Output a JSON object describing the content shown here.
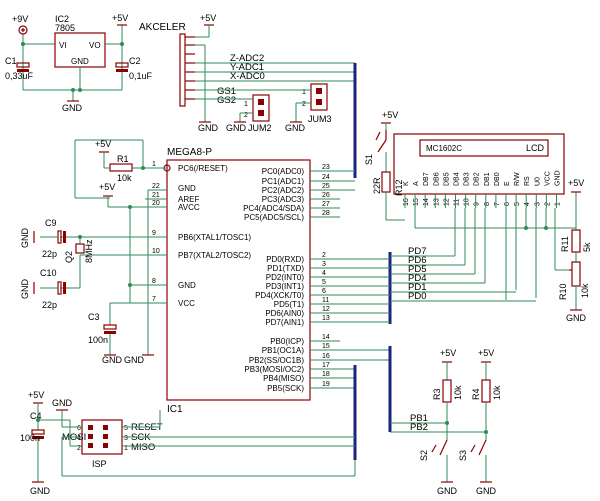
{
  "supply": {
    "plus9v": "+9V",
    "plus5v": "+5V",
    "gnd": "GND"
  },
  "ic2": {
    "name": "IC2",
    "part": "7805",
    "vi": "VI",
    "vo": "VO",
    "gnd": "GND"
  },
  "caps": {
    "c1": "C1",
    "c1_val": "0,33uF",
    "c2": "C2",
    "c2_val": "0,1uF",
    "c3": "C3",
    "c3_val": "100n",
    "c4": "C4",
    "c4_val": "100n",
    "c9": "C9",
    "c9_val": "22p",
    "c10": "C10",
    "c10_val": "22p"
  },
  "crystal": {
    "name": "Q2",
    "val": "8MHz"
  },
  "accel": {
    "name": "AKCELER",
    "zadc": "Z-ADC2",
    "yadc": "Y-ADC1",
    "xadc": "X-ADC0",
    "gs1": "GS1",
    "gs2": "GS2"
  },
  "jumpers": {
    "jum2": "JUM2",
    "jum3": "JUM3",
    "p1": "1",
    "p2": "2"
  },
  "r1": {
    "name": "R1",
    "val": "10k"
  },
  "mcu": {
    "name": "MEGA8-P",
    "ref": "IC1",
    "left_pins": [
      {
        "label": "PC6(/RESET)",
        "num": "1"
      },
      {
        "label": "AREF",
        "num": "21"
      },
      {
        "label": "AVCC",
        "num": "20"
      },
      {
        "label": "PB6(XTAL1/TOSC1)",
        "num": "9"
      },
      {
        "label": "PB7(XTAL2/TOSC2)",
        "num": "10"
      },
      {
        "label": "GND",
        "num": "8"
      },
      {
        "label": "VCC",
        "num": "7"
      }
    ],
    "gnd_pin": {
      "label": "GND",
      "num": "22"
    },
    "right_pins": [
      {
        "label": "PC0(ADC0)",
        "num": "23"
      },
      {
        "label": "PC1(ADC1)",
        "num": "24"
      },
      {
        "label": "PC2(ADC2)",
        "num": "25"
      },
      {
        "label": "PC3(ADC3)",
        "num": "26"
      },
      {
        "label": "PC4(ADC4/SDA)",
        "num": "27"
      },
      {
        "label": "PC5(ADC5/SCL)",
        "num": "28"
      },
      {
        "label": "PD0(RXD)",
        "num": "2"
      },
      {
        "label": "PD1(TXD)",
        "num": "3"
      },
      {
        "label": "PD2(INT0)",
        "num": "4"
      },
      {
        "label": "PD3(INT1)",
        "num": "5"
      },
      {
        "label": "PD4(XCK/T0)",
        "num": "6"
      },
      {
        "label": "PD5(T1)",
        "num": "11"
      },
      {
        "label": "PD6(AIN0)",
        "num": "12"
      },
      {
        "label": "PD7(AIN1)",
        "num": "13"
      },
      {
        "label": "PB0(ICP)",
        "num": "14"
      },
      {
        "label": "PB1(OC1A)",
        "num": "15"
      },
      {
        "label": "PB2(SS/OC1B)",
        "num": "16"
      },
      {
        "label": "PB3(MOSI/OC2)",
        "num": "17"
      },
      {
        "label": "PB4(MISO)",
        "num": "18"
      },
      {
        "label": "PB5(SCK)",
        "num": "19"
      }
    ]
  },
  "lcd": {
    "part": "MC1602C",
    "name": "LCD",
    "pins": [
      {
        "label": "K",
        "num": "16"
      },
      {
        "label": "A",
        "num": "15"
      },
      {
        "label": "DB7",
        "num": "14"
      },
      {
        "label": "DB6",
        "num": "13"
      },
      {
        "label": "DB5",
        "num": "12"
      },
      {
        "label": "DB4",
        "num": "11"
      },
      {
        "label": "DB3",
        "num": "10"
      },
      {
        "label": "DB2",
        "num": "9"
      },
      {
        "label": "DB1",
        "num": "8"
      },
      {
        "label": "DB0",
        "num": "7"
      },
      {
        "label": "E",
        "num": "6"
      },
      {
        "label": "R/W",
        "num": "5"
      },
      {
        "label": "RS",
        "num": "4"
      },
      {
        "label": "U0",
        "num": "3"
      },
      {
        "label": "VCC",
        "num": "2"
      },
      {
        "label": "GND",
        "num": "1"
      }
    ]
  },
  "r12": {
    "name": "R12",
    "val": "22R"
  },
  "s1": "S1",
  "r11": {
    "name": "R11",
    "val": "5k"
  },
  "r10": {
    "name": "R10",
    "val": "10k"
  },
  "pd_nets": [
    "PD7",
    "PD6",
    "PD5",
    "PD4",
    "PD1",
    "PD0"
  ],
  "pb_nets": [
    "PB1",
    "PB2"
  ],
  "r3": {
    "name": "R3",
    "val": "10k"
  },
  "r4": {
    "name": "R4",
    "val": "10k"
  },
  "s2": "S2",
  "s3": "S3",
  "isp": {
    "name": "ISP",
    "mosi": "MOSI",
    "reset": "RESET",
    "sck": "SCK",
    "miso": "MISO",
    "n1": "1",
    "n2": "2",
    "n3": "3",
    "n4": "4",
    "n5": "5",
    "n6": "6"
  }
}
